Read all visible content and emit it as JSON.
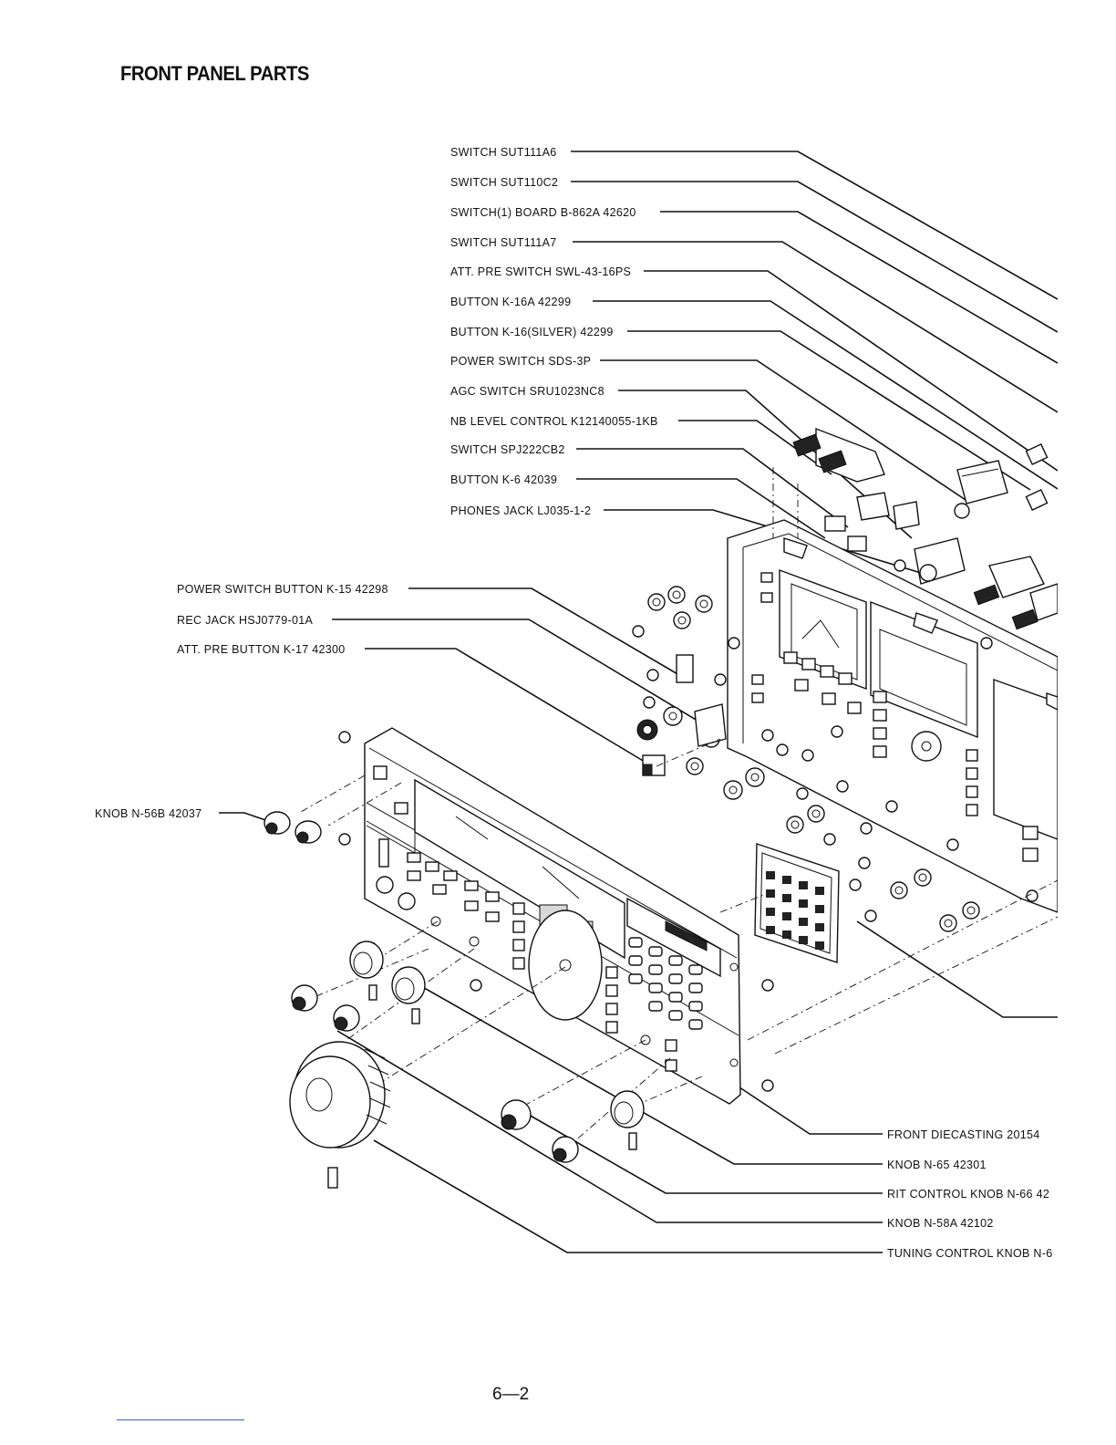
{
  "title": "FRONT PANEL PARTS",
  "page_number": "6—2",
  "labels_top": [
    "SWITCH SUT111A6",
    "SWITCH SUT110C2",
    "SWITCH(1) BOARD B-862A 42620",
    "SWITCH SUT111A7",
    "ATT. PRE SWITCH SWL-43-16PS",
    "BUTTON K-16A 42299",
    "BUTTON K-16(SILVER) 42299",
    "POWER SWITCH SDS-3P",
    "AGC SWITCH SRU1023NC8",
    "NB LEVEL CONTROL K12140055-1KB",
    "SWITCH SPJ222CB2",
    "BUTTON K-6 42039",
    "PHONES JACK LJ035-1-2"
  ],
  "labels_left": [
    "POWER SWITCH BUTTON K-15 42298",
    "REC JACK HSJ0779-01A",
    "ATT. PRE BUTTON K-17 42300"
  ],
  "label_knob_left": "KNOB N-56B 42037",
  "labels_bottom": [
    "FRONT DIECASTING 20154",
    "KNOB N-65 42301",
    "RIT CONTROL KNOB N-66 42",
    "KNOB N-58A 42102",
    "TUNING CONTROL KNOB N-6"
  ]
}
